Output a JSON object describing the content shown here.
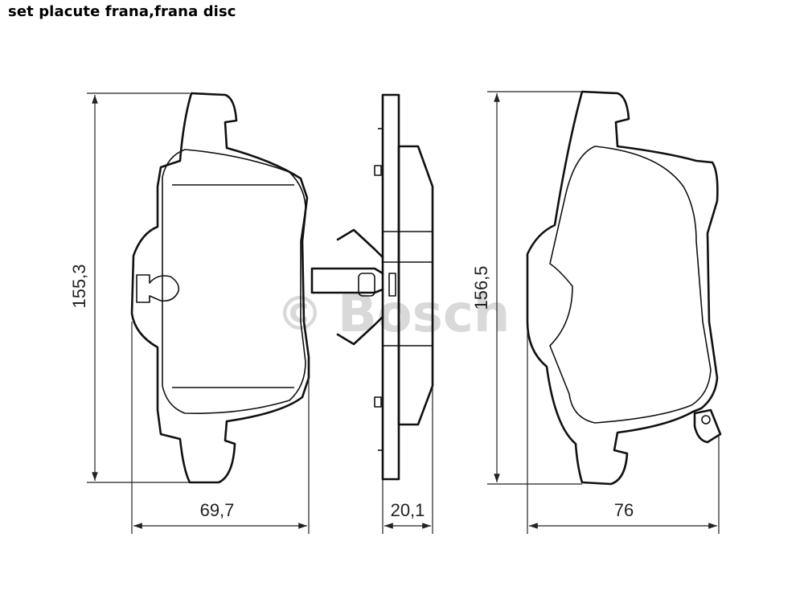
{
  "page": {
    "title": "set placute frana,frana disc"
  },
  "watermark": {
    "symbol": "©",
    "brand": "Bosch"
  },
  "dimensions": {
    "left_height": "155,3",
    "left_width": "69,7",
    "thickness": "20,1",
    "right_height": "156,5",
    "right_width": "76"
  }
}
